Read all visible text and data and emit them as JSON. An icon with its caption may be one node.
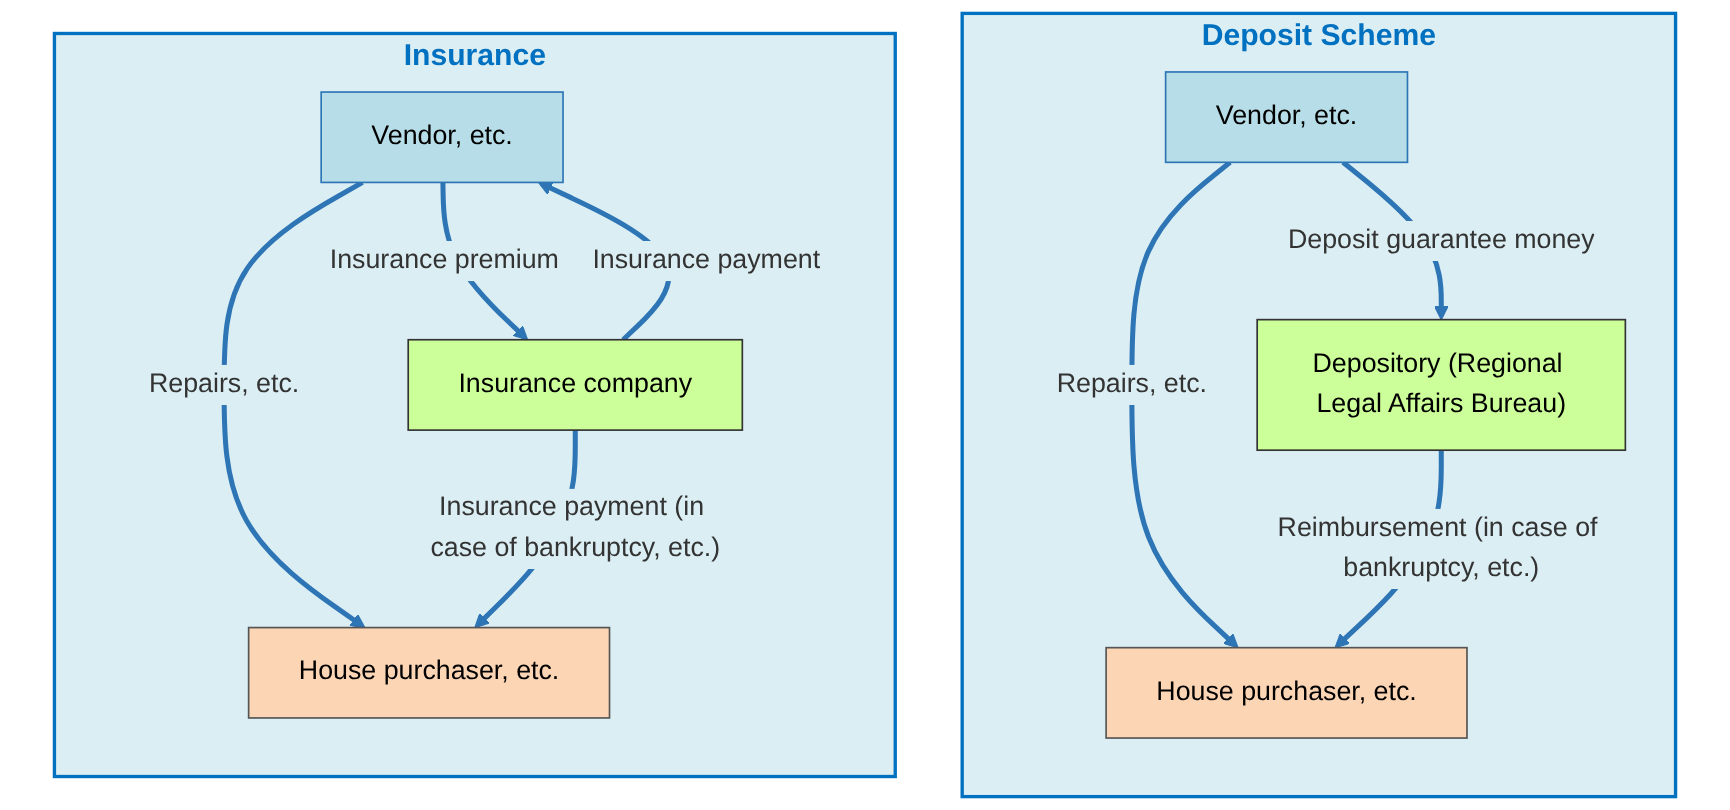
{
  "diagram": {
    "nodes": [
      {
        "text": [
          "Deposit Scheme"
        ]
      },
      {
        "text": [
          "Vendor, etc."
        ],
        "in": 0
      },
      {
        "text": [
          "Depository (Regional Legal Affairs Bureau)"
        ],
        "in": 0
      },
      {
        "text": [
          "House purchaser, etc."
        ],
        "in": 0
      },
      {
        "text": [
          "Insurance"
        ]
      },
      {
        "text": [
          "Vendor, etc."
        ],
        "in": 4
      },
      {
        "text": [
          "Insurance company"
        ],
        "in": 4
      },
      {
        "text": [
          "House purchaser, etc."
        ],
        "in": 4
      }
    ],
    "edges": [
      {
        "from": 1,
        "to": 2,
        "arrow": "to",
        "label": "Deposit guarantee money"
      },
      {
        "from": 1,
        "to": 3,
        "arrow": "to",
        "label": "Repairs, etc."
      },
      {
        "from": 2,
        "to": 3,
        "arrow": "to",
        "label": "Reimbursement (in case of bankruptcy, etc.)"
      },
      {
        "from": 5,
        "to": 6,
        "arrow": "to",
        "label": "Insurance premium"
      },
      {
        "from": 6,
        "to": 5,
        "arrow": "to",
        "label": "Insurance payment"
      },
      {
        "from": 5,
        "to": 7,
        "arrow": "to",
        "label": "Repairs, etc."
      },
      {
        "from": 6,
        "to": 7,
        "arrow": "to",
        "label": "Insurance payment (in case of bankruptcy, etc.)"
      }
    ]
  }
}
